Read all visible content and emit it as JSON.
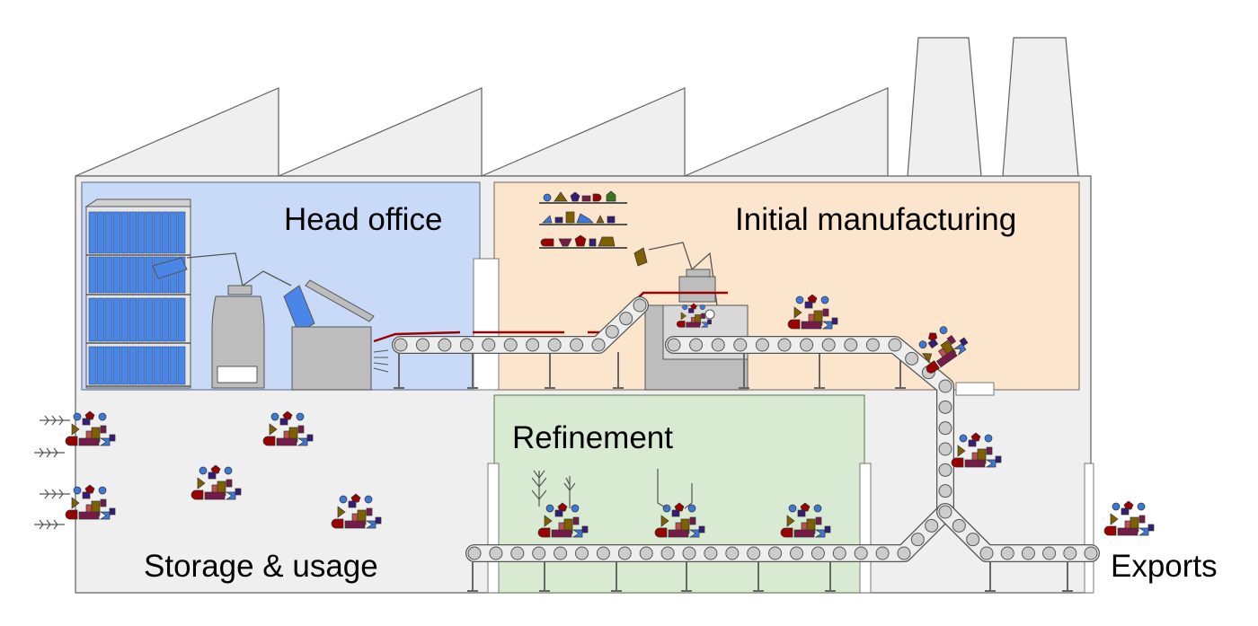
{
  "labels": {
    "head_office": "Head office",
    "initial_manufacturing": "Initial manufacturing",
    "refinement": "Refinement",
    "storage_usage": "Storage & usage",
    "exports": "Exports"
  },
  "colors": {
    "outline": "#5f5f5f",
    "building_fill": "#efefef",
    "head_office_fill": "#c9daf8",
    "manufacturing_fill": "#fce5cd",
    "refinement_fill": "#d9ead3",
    "roller_fill": "#cccccc",
    "rail_red": "#990000",
    "binder_blue": "#4a86e8",
    "part_blue": "#3c78d8",
    "part_navy": "#351c75",
    "part_brown": "#7f6000",
    "part_red": "#990000",
    "part_green": "#38761d",
    "part_purple": "#741b47"
  },
  "icons": [
    "binder-shelf-icon",
    "robot-arm-icon",
    "machine-icon",
    "shredder-icon",
    "conveyor-icon",
    "protein-cluster-icon",
    "parts-shelf-icon",
    "antibody-icon",
    "chimney-icon"
  ]
}
